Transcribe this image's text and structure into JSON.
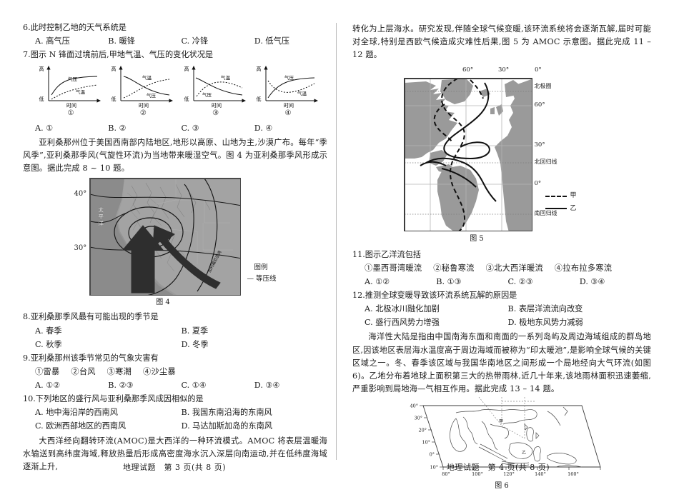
{
  "document": {
    "subject": "地理试题",
    "left_page_footer": "地理试题　第 3 页(共 8 页)",
    "right_page_footer": "地理试题　第 4 页(共 8 页)"
  },
  "left_column": {
    "q6": {
      "num": "6.",
      "text": "此时控制乙地的天气系统是",
      "options": [
        "A. 高气压",
        "B. 暖锋",
        "C. 冷锋",
        "D. 低气压"
      ]
    },
    "q7": {
      "num": "7.",
      "text": "图示 N 锋面过境前后,甲地气温、气压的变化状况是",
      "charts": [
        {
          "label": "①",
          "y_top": "高",
          "y_bottom": "低",
          "x_label": "时间",
          "curve1_name": "气压",
          "curve2_name": "气温"
        },
        {
          "label": "②",
          "y_top": "高",
          "y_bottom": "低",
          "x_label": "时间",
          "curve1_name": "气温",
          "curve2_name": "气压"
        },
        {
          "label": "③",
          "y_top": "高",
          "y_bottom": "低",
          "x_label": "时间",
          "curve1_name": "气温",
          "curve2_name": "气压"
        },
        {
          "label": "④",
          "y_top": "高",
          "y_bottom": "低",
          "x_label": "时间",
          "curve1_name": "气压",
          "curve2_name": "气温"
        }
      ],
      "options": [
        "A. ①",
        "B. ②",
        "C. ③",
        "D. ④"
      ]
    },
    "passage1": "亚利桑那州位于美国西南部内陆地区,地形以高原、山地为主,沙漠广布。每年“季风季”,亚利桑那季风(气旋性环流)为当地带来暖湿空气。图 4 为亚利桑那季风形成示意图。据此完成 8 ~ 10 题。",
    "figure4": {
      "caption": "图 4",
      "legend_title": "图例",
      "legend_item": "— 等压线",
      "lat_labels": [
        "40°",
        "30°"
      ],
      "ocean_label": "太平洋"
    },
    "q8": {
      "num": "8.",
      "text": "亚利桑那季风最有可能出现的季节是",
      "options": [
        "A. 春季",
        "B. 夏季",
        "C. 秋季",
        "D. 冬季"
      ]
    },
    "q9": {
      "num": "9.",
      "text": "亚利桑那州该季节常见的气象灾害有",
      "items": [
        "①雷暴",
        "②台风",
        "③寒潮",
        "④沙尘暴"
      ],
      "options": [
        "A. ①②",
        "B. ②③",
        "C. ①④",
        "D. ③④"
      ]
    },
    "q10": {
      "num": "10.",
      "text": "下列地区的盛行风与亚利桑那季风成因相似的是",
      "options": [
        "A. 地中海沿岸的西南风",
        "B. 我国东南沿海的东南风",
        "C. 欧洲西部地区的西南风",
        "D. 马达加斯加岛的东南风"
      ]
    },
    "passage2_head": "大西洋经向翻转环流(AMOC)是大西洋的一种环流模式。AMOC 将表层温暖海水输送到高纬度海域,释放热量后形成高密度海水沉入深层向南运动,并在低纬度海域逐渐上升,"
  },
  "right_column": {
    "passage2_tail": "转化为上层海水。研究发现,伴随全球气候变暖,该环流系统将会逐渐瓦解,届时可能对全球,特别是西欧气候造成灾难性后果,图 5 为 AMOC 示意图。据此完成 11 – 12 题。",
    "figure5": {
      "caption": "图 5",
      "lon_labels": [
        "60°",
        "30°",
        "0°"
      ],
      "lat_labels": [
        "北极圈",
        "60°",
        "30°",
        "北回归线",
        "0°",
        "南回归线"
      ],
      "legend": [
        {
          "name": "甲",
          "style": "dashed"
        },
        {
          "name": "乙",
          "style": "solid"
        }
      ]
    },
    "q11": {
      "num": "11.",
      "text": "图示乙洋流包括",
      "items": [
        "①墨西哥湾暖流",
        "②秘鲁寒流",
        "③北大西洋暖流",
        "④拉布拉多寒流"
      ],
      "options": [
        "A. ①②",
        "B. ①③",
        "C. ②③",
        "D. ③④"
      ]
    },
    "q12": {
      "num": "12.",
      "text": "推测全球变暖导致该环流系统瓦解的原因是",
      "options": [
        "A. 北极冰川融化加剧",
        "B. 表层洋流流向改变",
        "C. 盛行西风势力增强",
        "D. 极地东风势力减弱"
      ]
    },
    "passage3": "海洋性大陆是指由中国南海东面和南面的一系列岛屿及周边海域组成的群岛地区,因该地区表层海水温度高于周边海域而被称为“印太暖池”,是影响全球气候的关键区域之一。冬、春季该区域与我国华南地区之间形成一个局地经向大气环流(如图 6)。乙地分布着地球上面积第三大的热带雨林,近几十年来,该地雨林面积迅速萎缩,严重影响到局地海—气相互作用。据此完成 13 – 14 题。",
    "figure6": {
      "caption": "图 6",
      "lat_labels": [
        "40°",
        "30°",
        "20°",
        "10°",
        "0°",
        "10°"
      ],
      "lon_labels": [
        "80°",
        "100°",
        "120°",
        "140°",
        "160°"
      ]
    }
  }
}
